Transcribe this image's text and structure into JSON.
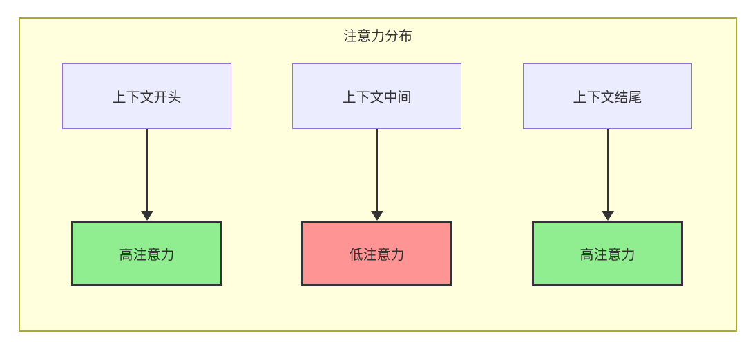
{
  "diagram": {
    "title": "注意力分布",
    "columns": [
      {
        "source": "上下文开头",
        "target": "高注意力",
        "level": "high"
      },
      {
        "source": "上下文中间",
        "target": "低注意力",
        "level": "low"
      },
      {
        "source": "上下文结尾",
        "target": "高注意力",
        "level": "high"
      }
    ]
  },
  "colors": {
    "canvas_fill": "#ffffde",
    "canvas_border": "#aaaa33",
    "source_node_fill": "#ececff",
    "source_node_border": "#9370db",
    "high_attention_fill": "#90ee90",
    "low_attention_fill": "#ff9494",
    "target_node_border": "#333333",
    "edge_color": "#333333",
    "text_color": "#333333"
  }
}
